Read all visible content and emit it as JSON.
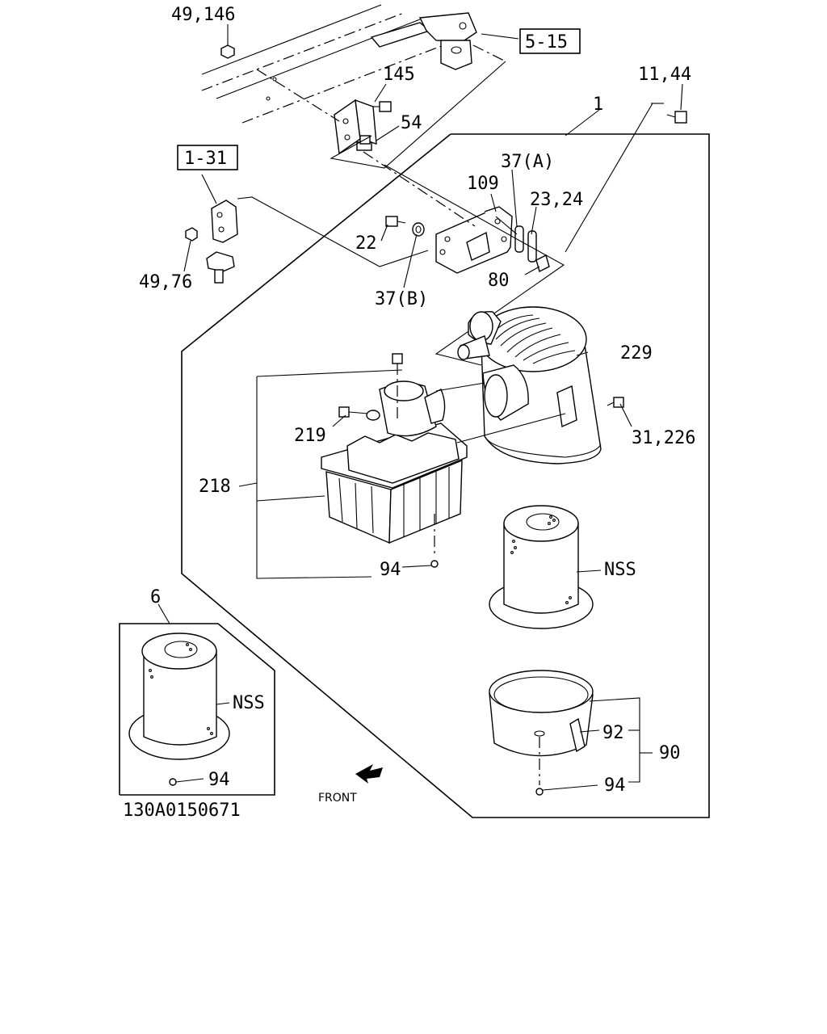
{
  "labels": {
    "l_49_146": "49,146",
    "ref_5_15": "5-15",
    "l_145": "145",
    "l_11_44": "11,44",
    "l_1": "1",
    "l_54": "54",
    "ref_1_31": "1-31",
    "l_37a": "37(A)",
    "l_109": "109",
    "l_23_24": "23,24",
    "l_22": "22",
    "l_49_76": "49,76",
    "l_80": "80",
    "l_37b": "37(B)",
    "l_229": "229",
    "l_219": "219",
    "l_31_226": "31,226",
    "l_218": "218",
    "l_94_main": "94",
    "l_nss_main": "NSS",
    "l_6": "6",
    "l_nss_inset": "NSS",
    "l_94_inset": "94",
    "l_92": "92",
    "l_90": "90",
    "l_94_bottom": "94",
    "front": "FRONT",
    "diagram_code": "130A0150671"
  }
}
